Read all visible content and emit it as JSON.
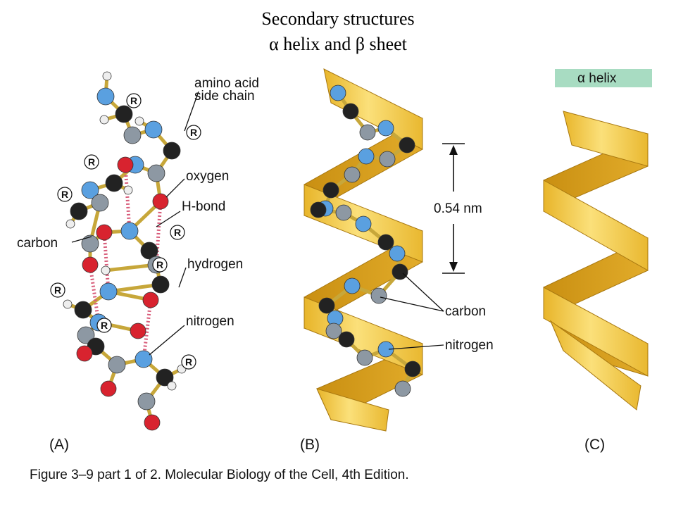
{
  "title": {
    "line1": "Secondary structures",
    "line2": "α helix and β sheet"
  },
  "panel_a": {
    "label": "(A)",
    "side_chain_letter": "R",
    "annotations": {
      "side_chain": [
        "amino acid",
        "side chain"
      ],
      "oxygen": "oxygen",
      "hbond": "H-bond",
      "carbon": "carbon",
      "hydrogen": "hydrogen",
      "nitrogen": "nitrogen"
    },
    "colors": {
      "carbon": "#222222",
      "nitrogen": "#5aa0e0",
      "oxygen": "#d8232f",
      "hydrogen": "#eeeeee",
      "alpha_carbon": "#8d98a3",
      "backbone": "#c7a73a",
      "hbond": "#d85c7a"
    }
  },
  "panel_b": {
    "label": "(B)",
    "pitch": "0.54 nm",
    "annotations": {
      "carbon": "carbon",
      "nitrogen": "nitrogen"
    },
    "colors": {
      "ribbon_front": "#f7d24a",
      "ribbon_back": "#d9a81e"
    }
  },
  "panel_c": {
    "label": "(C)",
    "tag": "α helix",
    "tag_color": "#a8dcc2"
  },
  "caption": "Figure 3–9 part 1 of 2. Molecular Biology of the Cell, 4th Edition."
}
